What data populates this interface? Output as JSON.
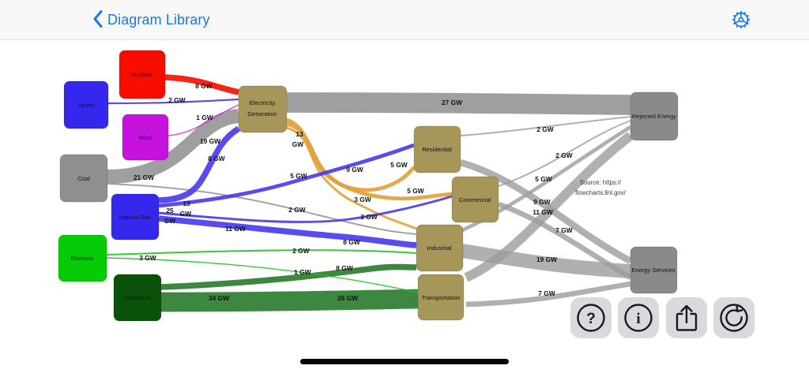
{
  "header": {
    "back_title": "Diagram Library"
  },
  "colors": {
    "accent": "#1678f2",
    "node_tan": "#a6965a",
    "node_gray": "#8a8a8a",
    "flow_gray": "#9a9a9a",
    "flow_building_gray": "#9c9c9c",
    "flow_orange": "#e2a33c",
    "flow_blue": "#4639f0",
    "flow_red": "#f5170b",
    "flow_magenta": "#d42bdc",
    "flow_green": "#21c221",
    "flow_darkgreen": "#2e7d30"
  },
  "chart_data": {
    "type": "sankey",
    "unit": "GW",
    "nodes": [
      {
        "id": "nuclear",
        "label": "Nuclear",
        "color": "#f60d00"
      },
      {
        "id": "hydro",
        "label": "Hydro",
        "color": "#3528ec"
      },
      {
        "id": "wind",
        "label": "Wind",
        "color": "#c611df"
      },
      {
        "id": "coal",
        "label": "Coal",
        "color": "#8f8f8f"
      },
      {
        "id": "natural-gas",
        "label": "Natural Gas",
        "color": "#3528ec"
      },
      {
        "id": "biomass",
        "label": "Biomass",
        "color": "#07cb07"
      },
      {
        "id": "petroleum",
        "label": "Petroleum",
        "color": "#0a520a"
      },
      {
        "id": "electricity-generation",
        "label": "Electricity Generation",
        "label_lines": [
          "Electricity",
          "Generation"
        ],
        "color": "#a6965a"
      },
      {
        "id": "residential",
        "label": "Residential",
        "color": "#a6965a"
      },
      {
        "id": "commercial",
        "label": "Commercial",
        "color": "#a6965a"
      },
      {
        "id": "industrial",
        "label": "Industrial",
        "color": "#a6965a"
      },
      {
        "id": "transportation",
        "label": "Transportation",
        "color": "#a6965a"
      },
      {
        "id": "rejected-energy",
        "label": "Rejected Energy",
        "color": "#8a8a8a"
      },
      {
        "id": "energy-services",
        "label": "Energy Services",
        "color": "#8a8a8a"
      }
    ],
    "links": [
      {
        "source": "Nuclear",
        "target": "Electricity Generation",
        "value": 8,
        "label": "8 GW",
        "color": "#f5170b"
      },
      {
        "source": "Hydro",
        "target": "Electricity Generation",
        "value": 2,
        "label": "2 GW",
        "color": "#4639f0"
      },
      {
        "source": "Wind",
        "target": "Electricity Generation",
        "value": 1,
        "label": "1 GW",
        "color": "#d42bdc"
      },
      {
        "source": "Coal",
        "target": "Electricity Generation",
        "value": 19,
        "label": "19 GW",
        "color": "#9a9a9a"
      },
      {
        "source": "Natural Gas",
        "target": "Electricity Generation",
        "value": 8,
        "label": "8 GW",
        "color": "#4639f0"
      },
      {
        "source": "Natural Gas",
        "target": "Residential",
        "value": 5,
        "label": "5 GW",
        "color": "#4639f0"
      },
      {
        "source": "Natural Gas",
        "target": "Commercial",
        "value": 3,
        "label": "3 GW",
        "color": "#4639f0"
      },
      {
        "source": "Natural Gas",
        "target": "Industrial",
        "value": 8,
        "label": "8 GW",
        "color": "#4639f0"
      },
      {
        "source": "Coal",
        "target": "Industrial",
        "value": 2,
        "label": "2 GW",
        "color": "#9a9a9a"
      },
      {
        "source": "Biomass",
        "target": "Industrial",
        "value": 2,
        "label": "2 GW",
        "color": "#21c221"
      },
      {
        "source": "Biomass",
        "target": "Transportation",
        "value": 1,
        "label": "1 GW",
        "color": "#21c221"
      },
      {
        "source": "Petroleum",
        "target": "Industrial",
        "value": 8,
        "label": "8 GW",
        "color": "#2e7d30"
      },
      {
        "source": "Petroleum",
        "target": "Transportation",
        "value": 26,
        "label": "26 GW",
        "color": "#2e7d30"
      },
      {
        "source": "Electricity Generation",
        "target": "Rejected Energy",
        "value": 27,
        "label": "27 GW",
        "color": "#9a9a9a"
      },
      {
        "source": "Electricity Generation",
        "target": "Residential",
        "value": 5,
        "label": "5 GW",
        "color": "#e2a33c"
      },
      {
        "source": "Electricity Generation",
        "target": "Commercial",
        "value": 5,
        "label": "5 GW",
        "color": "#e2a33c"
      },
      {
        "source": "Electricity Generation",
        "target": "Industrial",
        "value": 3,
        "label": "3 GW",
        "color": "#e2a33c"
      },
      {
        "source": "Residential",
        "target": "Rejected Energy",
        "value": 2,
        "label": "2 GW",
        "color": "#9c9c9c"
      },
      {
        "source": "Residential",
        "target": "Energy Services",
        "value": 9,
        "label": "9 GW",
        "color": "#9c9c9c"
      },
      {
        "source": "Commercial",
        "target": "Rejected Energy",
        "value": 2,
        "label": "2 GW",
        "color": "#9c9c9c"
      },
      {
        "source": "Commercial",
        "target": "Energy Services",
        "value": 7,
        "label": "7 GW",
        "color": "#9c9c9c"
      },
      {
        "source": "Industrial",
        "target": "Rejected Energy",
        "value": 5,
        "label": "5 GW",
        "color": "#9c9c9c"
      },
      {
        "source": "Industrial",
        "target": "Energy Services",
        "value": 19,
        "label": "19 GW",
        "color": "#9c9c9c"
      },
      {
        "source": "Transportation",
        "target": "Rejected Energy",
        "value": 11,
        "label": "11 GW",
        "color": "#9c9c9c"
      },
      {
        "source": "Transportation",
        "target": "Energy Services",
        "value": 7,
        "label": "7 GW",
        "color": "#9c9c9c"
      }
    ],
    "trunk_labels": [
      {
        "node": "Coal",
        "label": "21 GW"
      },
      {
        "node": "Natural Gas",
        "label": "25 GW",
        "label_lines": [
          "25",
          "GW"
        ]
      },
      {
        "node": "Natural Gas upper branch",
        "label": "13 GW",
        "label_lines": [
          "13",
          "GW"
        ]
      },
      {
        "node": "Natural Gas lower branch",
        "label": "11 GW"
      },
      {
        "node": "Electricity Generation output",
        "label": "13 GW",
        "label_lines": [
          "13",
          "GW"
        ]
      },
      {
        "node": "Electricity Generation mid branch",
        "label": "9 GW"
      },
      {
        "node": "Biomass",
        "label": "3 GW"
      },
      {
        "node": "Petroleum",
        "label": "34 GW"
      }
    ],
    "source_note_lines": [
      "Source: https://",
      "flowcharts.llnl.gov/"
    ]
  },
  "toolbar": {
    "help_glyph": "?",
    "info_glyph": "i"
  }
}
